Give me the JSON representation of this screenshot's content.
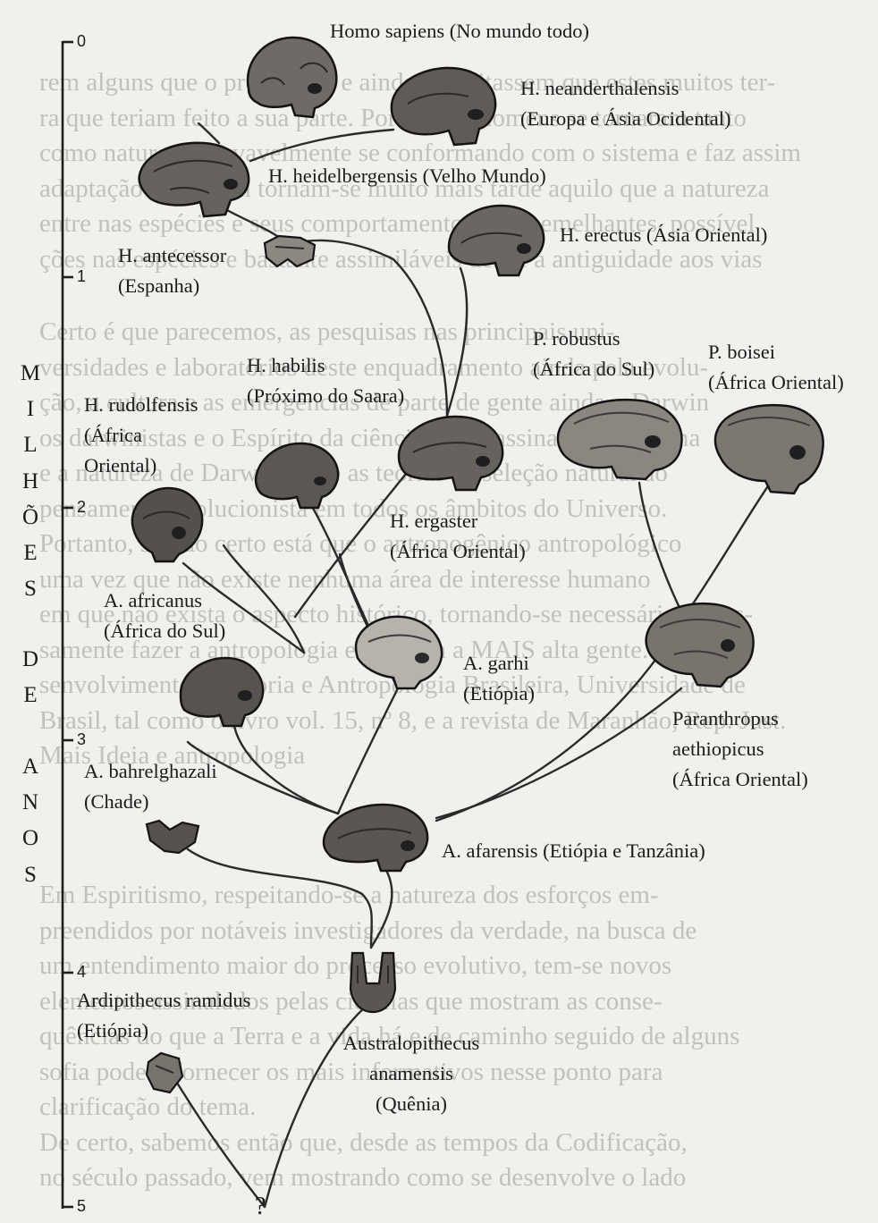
{
  "background_text": {
    "top": [
      "rem alguns que o prenderam e ainda acreditassem que estes muitos ter-",
      "ra que teriam feito a sua parte. Por isso os homens se tornaram tanto ",
      "como natureza provavelmente se conformando com o sistema e faz assim ",
      "adaptação e também tornam-se muito mais tarde aquilo que a natureza ",
      "entre nas espécies e seus comportamentos, não semelhantes, possível ",
      "ções nas espécies e bastante assimiláveis desde a antiguidade aos vias"
    ],
    "middle": [
      "Certo é que parecemos, as pesquisas nas principais uni-",
      "versidades e laboratórios deste enquadramento ainda pela evolu-",
      "ção, a cultura e as emergências de parte de gente ainda o Darwin",
      "os darwinistas e o Espírito da ciência como assinalam o sistema",
      "e a natureza de Darwin sobre as teorias da seleção natural ao",
      "pensamento evolucionista em todos os âmbitos do Universo.",
      "Portanto, sabido certo está que o antropogênico antropológico",
      "uma vez que não existe nenhuma área de interesse humano",
      "em que não exista o aspecto histórico, tornando-se necessário e pres-",
      "samente fazer a antropologia e também a MAIS alta gente. O de-",
      "senvolvimento da Teoria e Antropologia Brasileira, Universidade de",
      "Brasil, tal como o livro vol. 15, nº 8, e a revista de Maranhão, Rep. Just.",
      "Mais Ideia e antropologia"
    ],
    "bottom": [
      "Em Espiritismo, respeitando-se a natureza dos esforços em-",
      "preendidos por notáveis investigadores da verdade, na busca de",
      "um entendimento maior do processo evolutivo, tem-se novos",
      "elementos assinalados pelas ciências que mostram as conse-",
      "quências do que a Terra e a vida há e de caminho seguido de alguns ",
      "sofia podem fornecer os mais informativos nesse ponto para",
      "clarificação do tema.",
      "",
      "De certo, sabemos então que, desde as tempos da Codificação,",
      "no século passado, vem mostrando como se desenvolve o lado"
    ]
  },
  "axis": {
    "ticks": [
      "0",
      "1",
      "2",
      "3",
      "4",
      "5"
    ],
    "word_top": [
      "M",
      "I",
      "L",
      "H",
      "Õ",
      "E",
      "S"
    ],
    "word_mid": [
      "D",
      "E"
    ],
    "word_bot": [
      "A",
      "N",
      "O",
      "S"
    ]
  },
  "species": {
    "homo_sapiens": "Homo sapiens (No mundo todo)",
    "neanderthalensis": [
      "H. neanderthalensis",
      "(Europa e Ásia Ocidental)"
    ],
    "heidelbergensis": "H. heidelbergensis (Velho Mundo)",
    "erectus": "H. erectus (Ásia Oriental)",
    "antecessor": [
      "H. antecessor",
      "(Espanha)"
    ],
    "robustus": [
      "P. robustus",
      "(África do Sul)"
    ],
    "boisei": [
      "P. boisei",
      "(África Oriental)"
    ],
    "habilis": [
      "H. habilis",
      "(Próximo do Saara)"
    ],
    "rudolfensis": [
      "H. rudolfensis",
      "(África",
      "Oriental)"
    ],
    "ergaster": [
      "H. ergaster",
      "(África Oriental)"
    ],
    "africanus": [
      "A. africanus",
      "(África do Sul)"
    ],
    "garhi": [
      "A. garhi",
      "(Etiópia)"
    ],
    "aethiopicus": [
      "Paranthropus",
      "aethiopicus",
      "(África Oriental)"
    ],
    "bahrelghazali": [
      "A. bahrelghazali",
      "(Chade)"
    ],
    "afarensis": "A. afarensis (Etiópia e Tanzânia)",
    "ramidus": [
      "Ardipithecus ramidus",
      "(Etiópia)"
    ],
    "anamensis": [
      "Australopithecus",
      "anamensis",
      "(Quênia)"
    ]
  },
  "origin_mark": "?"
}
